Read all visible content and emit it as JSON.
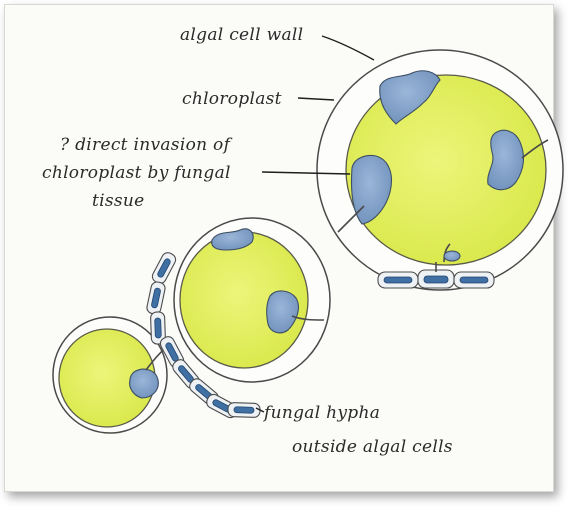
{
  "labels": {
    "cell_wall": "algal cell wall",
    "chloroplast": "chloroplast",
    "invasion_line1": "? direct invasion of",
    "invasion_line2": "chloroplast by fungal",
    "invasion_line3": "tissue",
    "hypha_line1": "fungal hypha",
    "hypha_line2": "outside algal cells"
  },
  "colors": {
    "cell_fill": "#e2ef5a",
    "chloroplast_fill": "#7f9fc6",
    "hypha_core": "#3f6fa3",
    "outline": "#4a4a4a"
  }
}
